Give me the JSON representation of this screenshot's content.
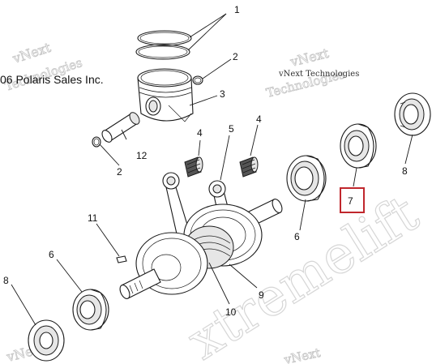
{
  "copyright_text": "06 Polaris Sales Inc.",
  "watermarks": {
    "vnext_top_left": "vNext",
    "technologies_top_left": "Technologies",
    "vnext_top_right": "vNext",
    "technologies_top_right": "vNext Technologies",
    "technologies_center": "Technologies",
    "big_right": "xtremelift",
    "vnext_bottom_left": "vNext",
    "vnext_bottom_right": "vNext"
  },
  "callouts": {
    "c1": "1",
    "c2_top": "2",
    "c3": "3",
    "c4_left": "4",
    "c4_right": "4",
    "c5": "5",
    "c6_right": "6",
    "c7": "7",
    "c8_right": "8",
    "c2_left": "2",
    "c12": "12",
    "c11": "11",
    "c6_left": "6",
    "c8_left": "8",
    "c9": "9",
    "c10": "10"
  },
  "highlight_color": "#c0272d"
}
